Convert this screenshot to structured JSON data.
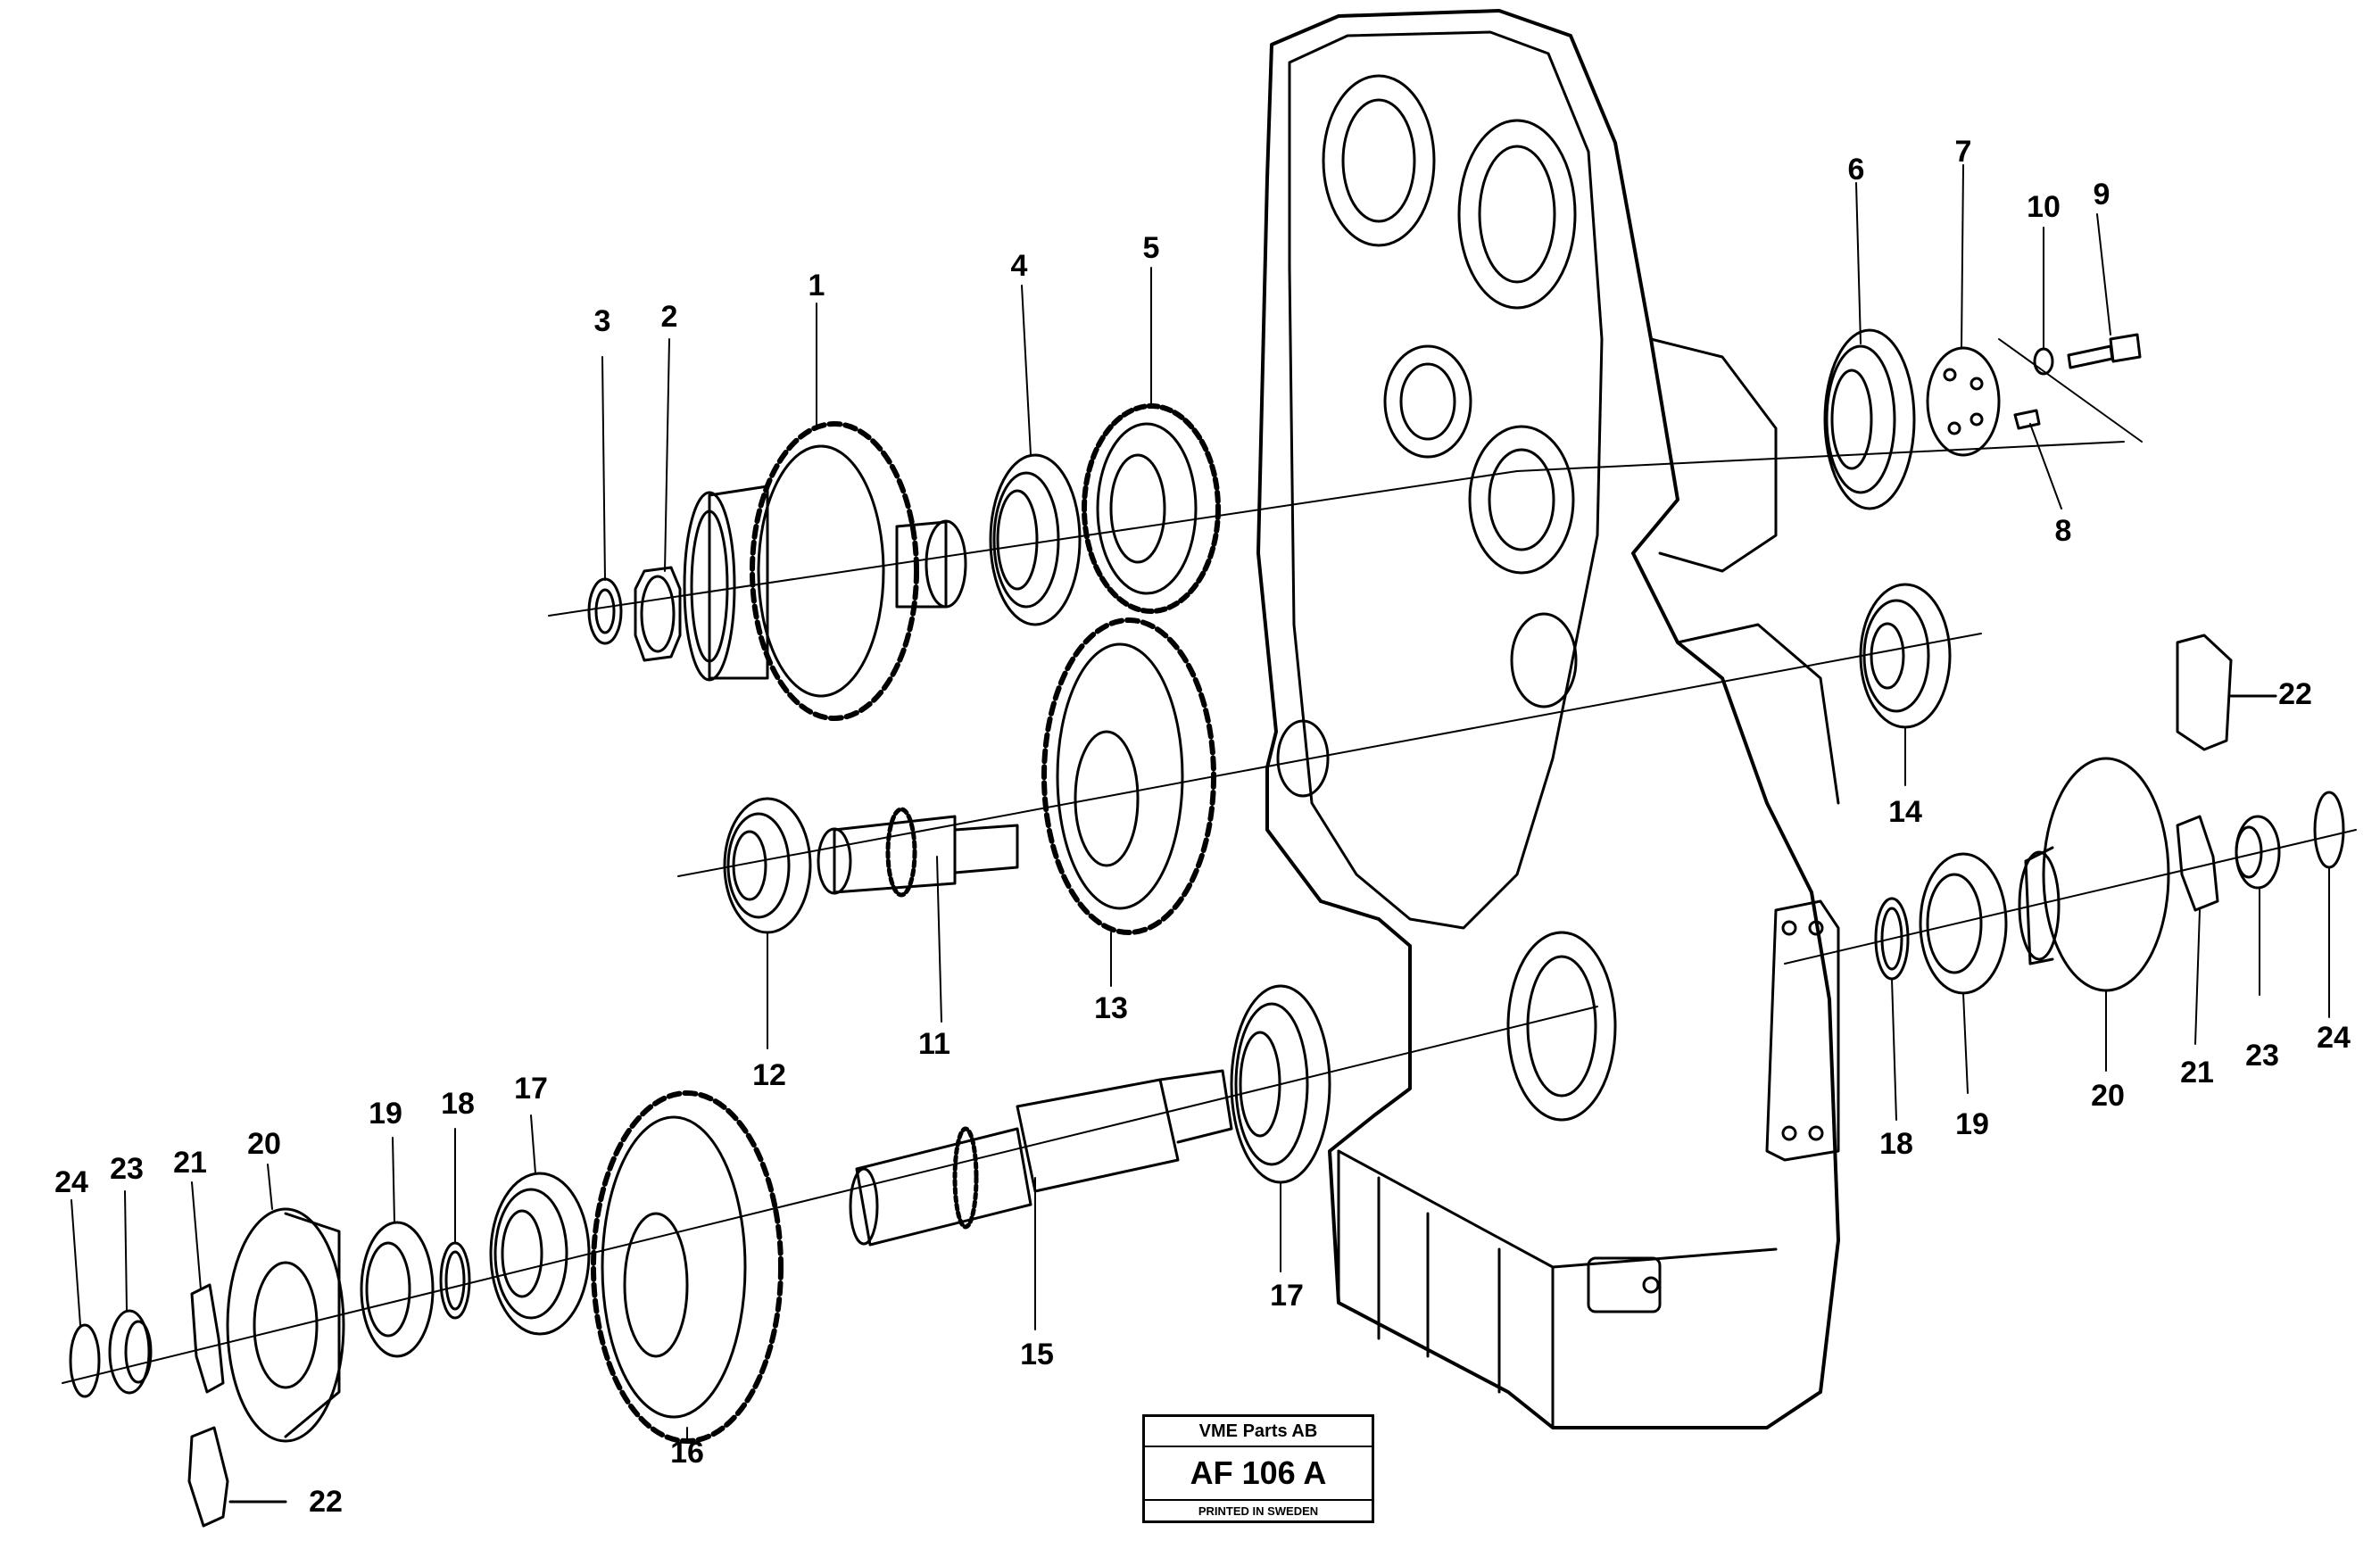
{
  "diagram": {
    "callouts": [
      {
        "id": "c1",
        "text": "1"
      },
      {
        "id": "c2",
        "text": "2"
      },
      {
        "id": "c3",
        "text": "3"
      },
      {
        "id": "c4",
        "text": "4"
      },
      {
        "id": "c5",
        "text": "5"
      },
      {
        "id": "c6",
        "text": "6"
      },
      {
        "id": "c7",
        "text": "7"
      },
      {
        "id": "c8",
        "text": "8"
      },
      {
        "id": "c9",
        "text": "9"
      },
      {
        "id": "c10",
        "text": "10"
      },
      {
        "id": "c11",
        "text": "11"
      },
      {
        "id": "c12",
        "text": "12"
      },
      {
        "id": "c13",
        "text": "13"
      },
      {
        "id": "c14",
        "text": "14"
      },
      {
        "id": "c15",
        "text": "15"
      },
      {
        "id": "c16",
        "text": "16"
      },
      {
        "id": "c17a",
        "text": "17"
      },
      {
        "id": "c17b",
        "text": "17"
      },
      {
        "id": "c18a",
        "text": "18"
      },
      {
        "id": "c18b",
        "text": "18"
      },
      {
        "id": "c19a",
        "text": "19"
      },
      {
        "id": "c19b",
        "text": "19"
      },
      {
        "id": "c20a",
        "text": "20"
      },
      {
        "id": "c20b",
        "text": "20"
      },
      {
        "id": "c21a",
        "text": "21"
      },
      {
        "id": "c21b",
        "text": "21"
      },
      {
        "id": "c22a",
        "text": "22"
      },
      {
        "id": "c22b",
        "text": "22"
      },
      {
        "id": "c23a",
        "text": "23"
      },
      {
        "id": "c23b",
        "text": "23"
      },
      {
        "id": "c24a",
        "text": "24"
      },
      {
        "id": "c24b",
        "text": "24"
      }
    ]
  },
  "title_block": {
    "company": "VME Parts AB",
    "code": "AF 106 A",
    "printed": "PRINTED IN SWEDEN"
  }
}
